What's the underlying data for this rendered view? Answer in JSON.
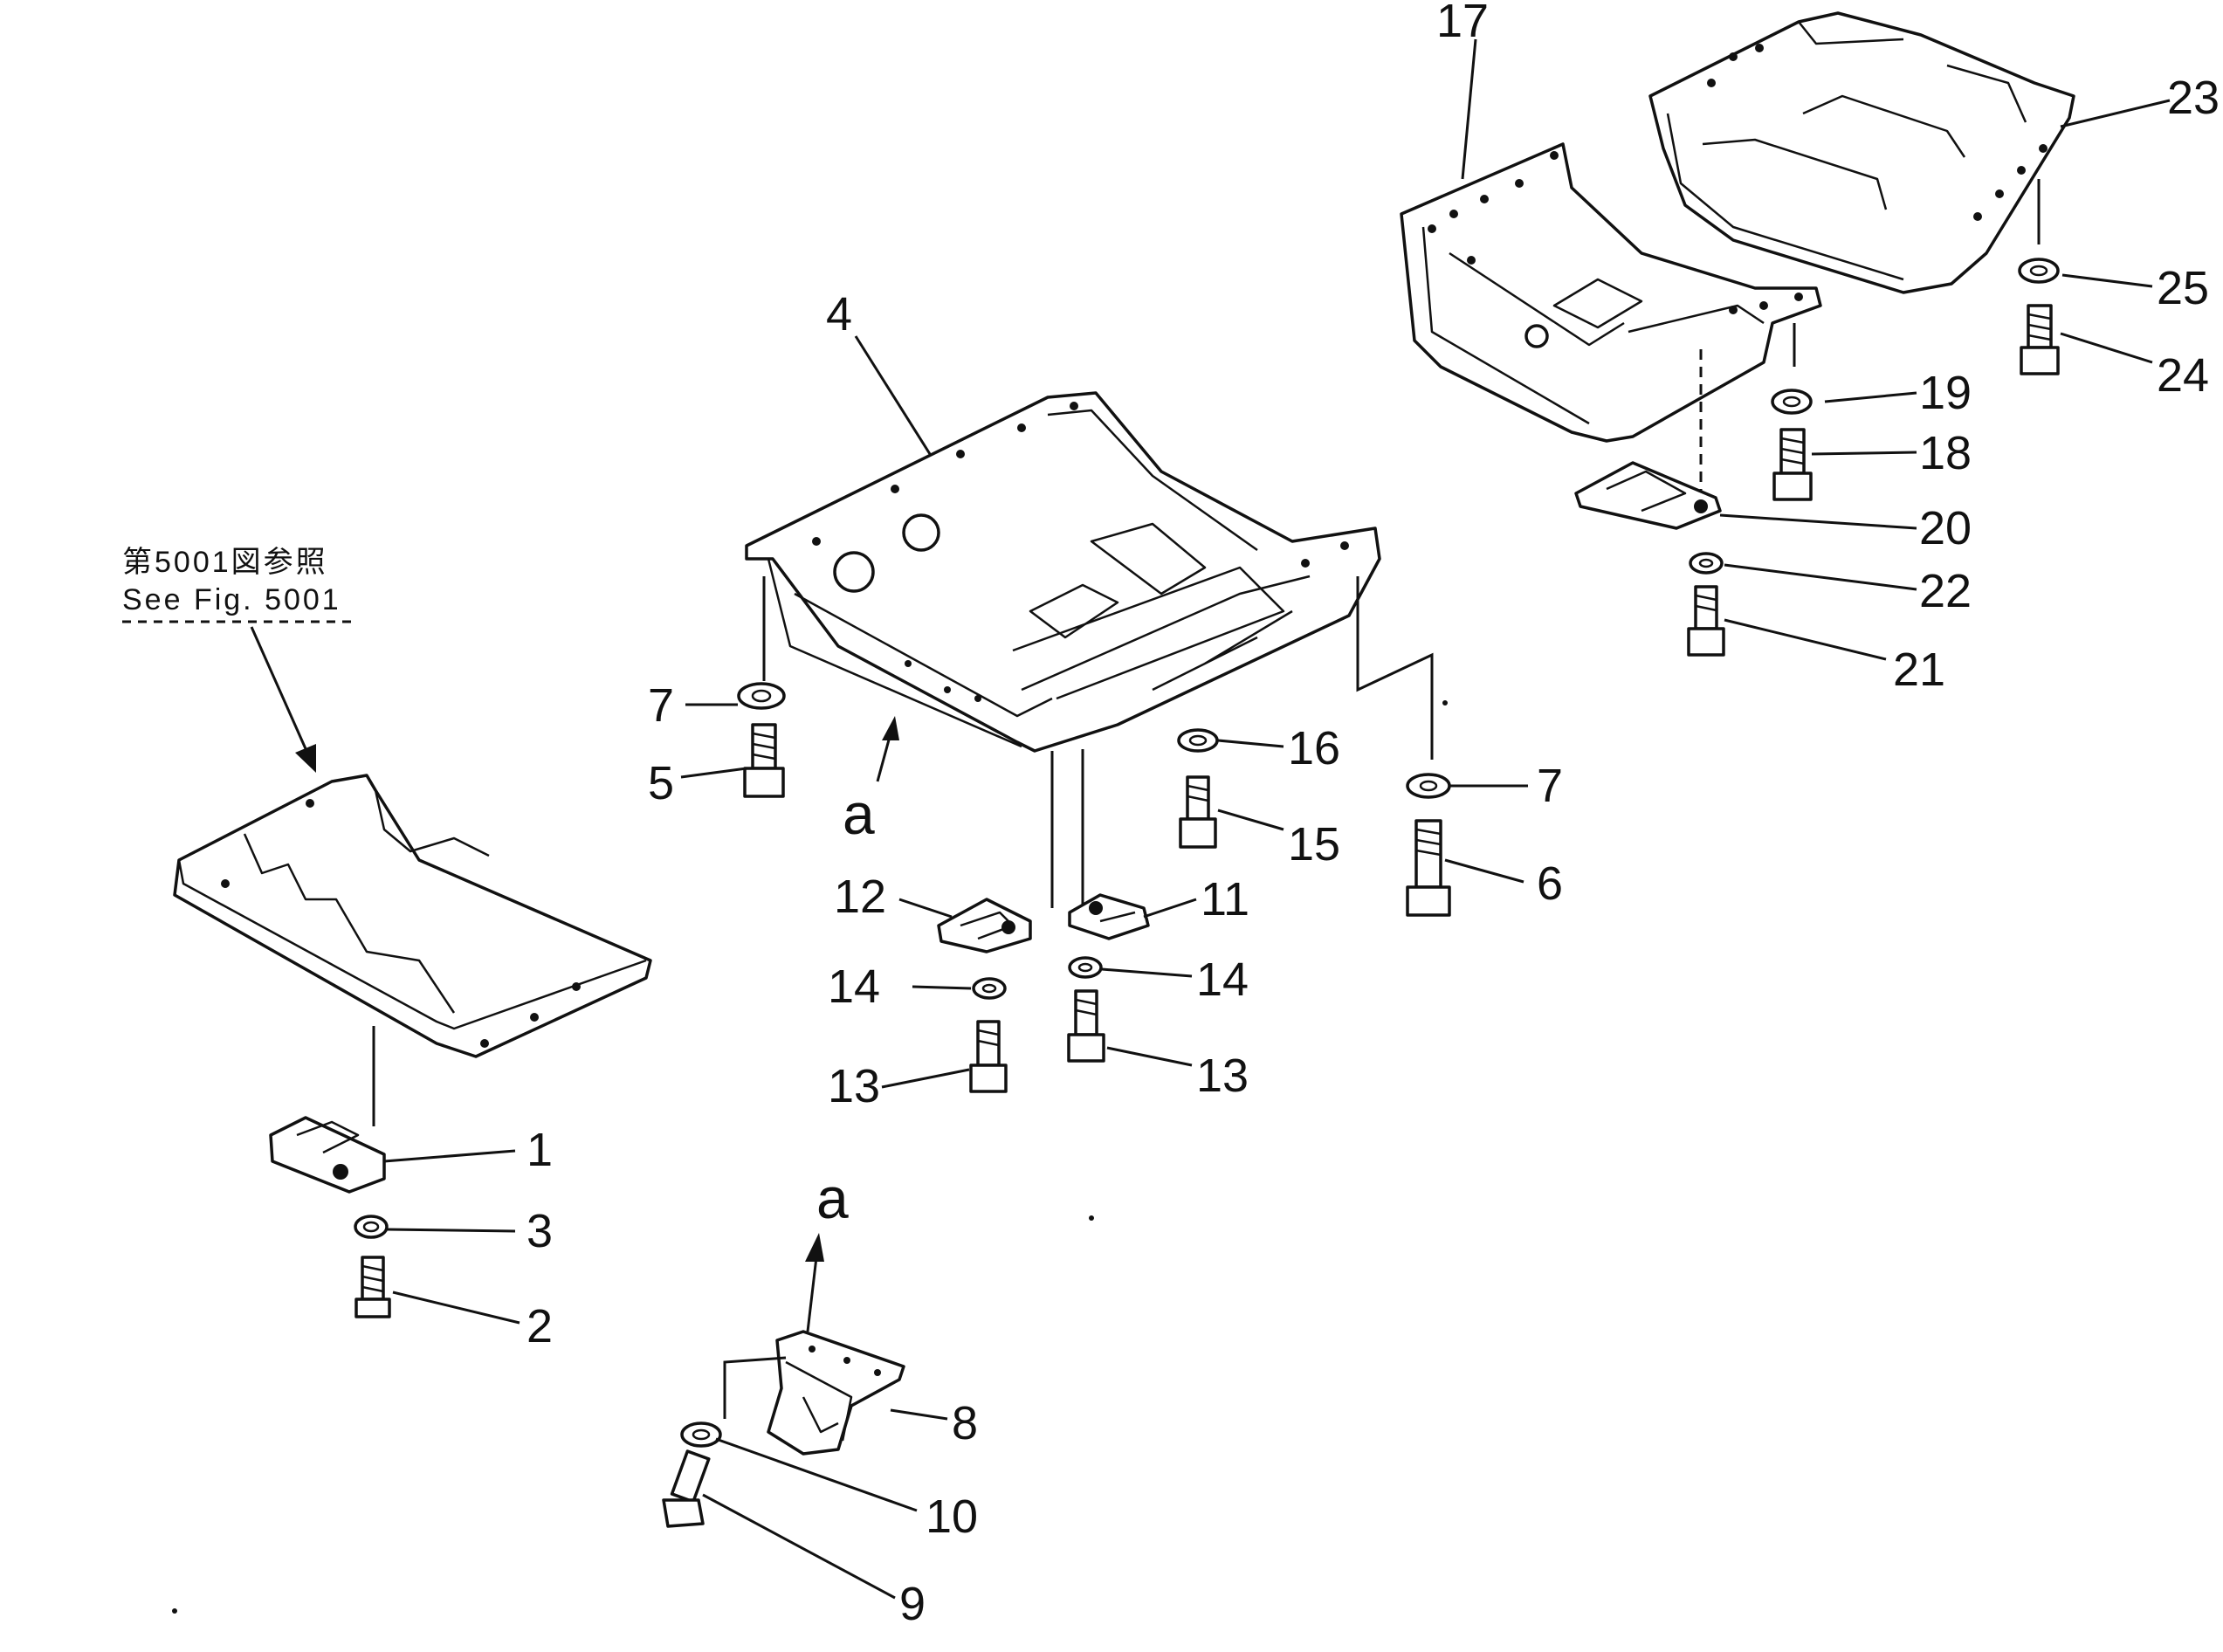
{
  "reference": {
    "line1": "第5001図参照",
    "line2": "See  Fig. 5001"
  },
  "view_labels": [
    "a",
    "a"
  ],
  "part_callouts": [
    "1",
    "2",
    "3",
    "4",
    "5",
    "6",
    "7",
    "7",
    "8",
    "9",
    "10",
    "11",
    "12",
    "13",
    "13",
    "14",
    "14",
    "15",
    "16",
    "17",
    "18",
    "19",
    "20",
    "21",
    "22",
    "23",
    "24",
    "25"
  ],
  "colors": {
    "ink": "#111111",
    "paper": "#ffffff"
  }
}
